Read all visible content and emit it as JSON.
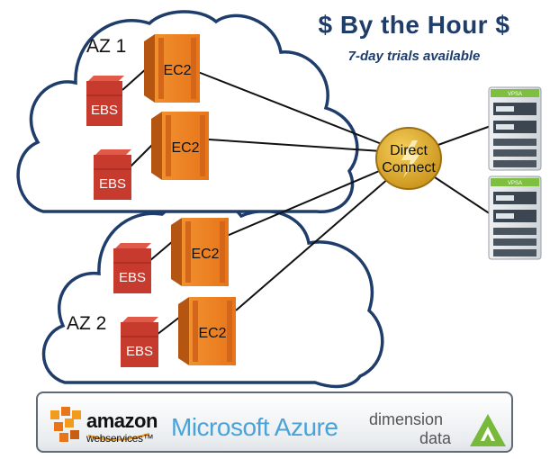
{
  "title": "$ By the Hour $",
  "subtitle": "7-day trials available",
  "zones": [
    {
      "label": "AZ 1",
      "instances": [
        {
          "compute": "EC2",
          "storage": "EBS"
        },
        {
          "compute": "EC2",
          "storage": "EBS"
        }
      ]
    },
    {
      "label": "AZ 2",
      "instances": [
        {
          "compute": "EC2",
          "storage": "EBS"
        },
        {
          "compute": "EC2",
          "storage": "EBS"
        }
      ]
    }
  ],
  "hub": {
    "line1": "Direct",
    "line2": "Connect"
  },
  "appliances": [
    {
      "label": "VPSA"
    },
    {
      "label": "VPSA"
    }
  ],
  "vendors": {
    "amazon_word": "amazon",
    "amazon_sub": "webservices™",
    "azure": "Microsoft Azure",
    "dd_top": "dimension",
    "dd_bottom": "data"
  },
  "colors": {
    "ec2_orange": "#e8751a",
    "ebs_red": "#c73b2f",
    "cloud_outline": "#1f3d6b",
    "hub_gold": "#d9a520",
    "title_navy": "#1f3d6b",
    "server_green": "#7fbf3f",
    "azure_blue": "#4aa3d8"
  }
}
